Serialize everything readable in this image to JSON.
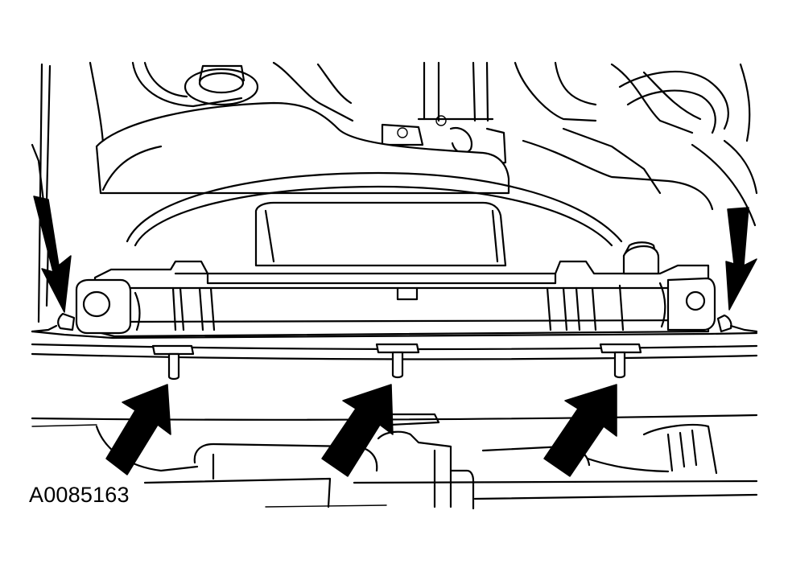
{
  "figure": {
    "id_label": "A0085163"
  },
  "callouts": {
    "arrow_color": "#000000",
    "upper_arrows": 2,
    "lower_arrows": 3
  },
  "colors": {
    "line": "#000000",
    "background": "#ffffff"
  }
}
